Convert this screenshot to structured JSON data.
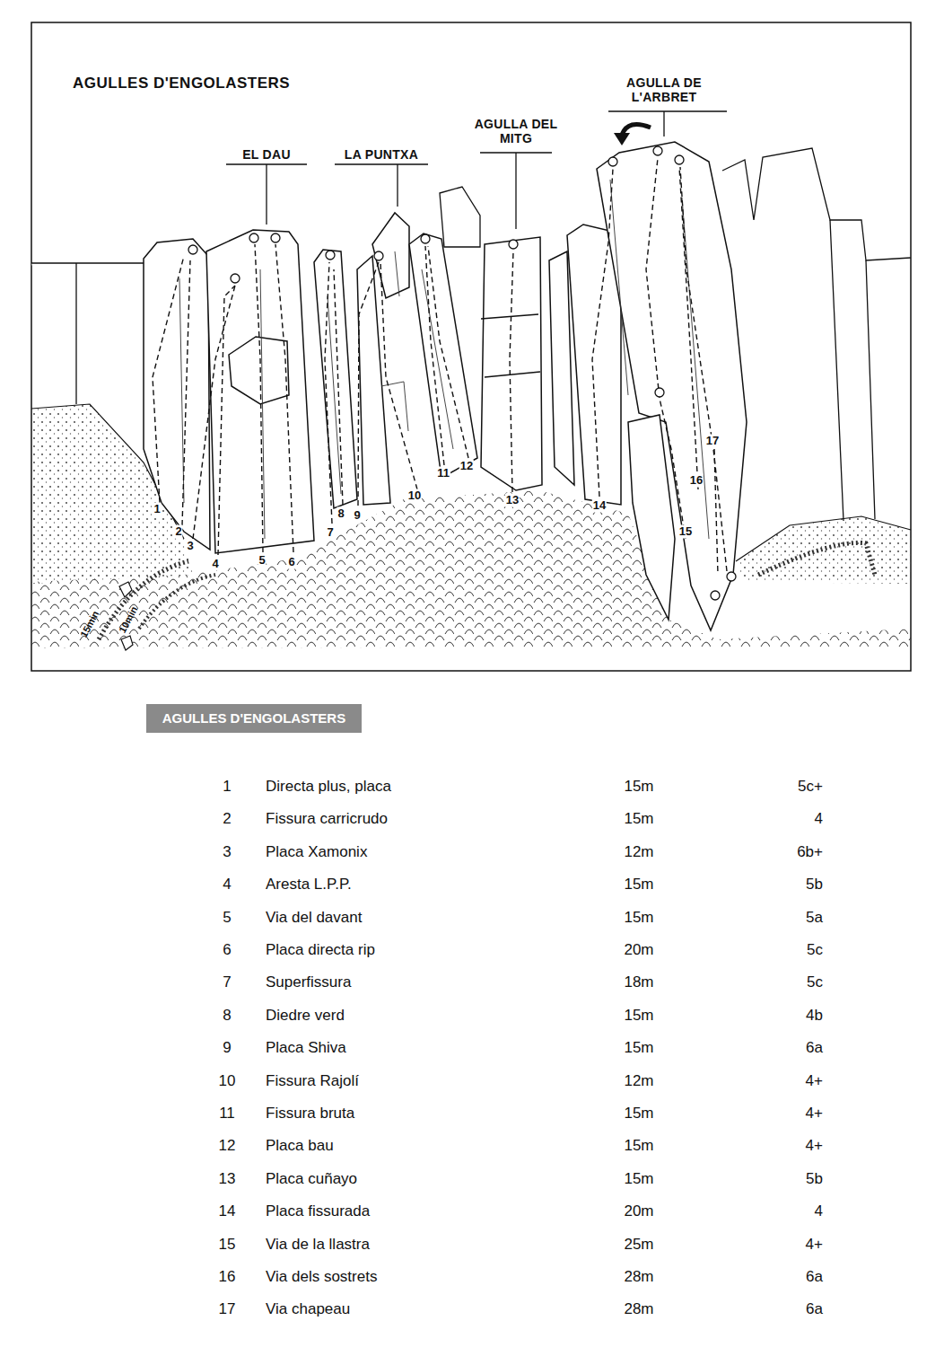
{
  "diagram": {
    "title": "AGULLES D'ENGOLASTERS",
    "nodes": [
      {
        "text": [
          "AGULLES D'ENGOLASTERS"
        ]
      }
    ],
    "labels": [
      "EL DAU",
      "LA PUNTXA",
      "AGULLA DEL MITG",
      "AGULLA DE L'ARBRET",
      "1",
      "2",
      "3",
      "4",
      "5",
      "6",
      "7",
      "8",
      "9",
      "10",
      "11",
      "12",
      "13",
      "14",
      "15",
      "16",
      "17",
      "15min",
      "10min",
      "1",
      "Directa plus, placa",
      "15m",
      "5c+",
      "2",
      "Fissura carricrudo",
      "15m",
      "4",
      "3",
      "Placa Xamonix",
      "12m",
      "6b+",
      "4",
      "Aresta L.P.P.",
      "15m",
      "5b",
      "5",
      "Via del davant",
      "15m",
      "5a",
      "6",
      "Placa directa rip",
      "20m",
      "5c",
      "7",
      "Superfissura",
      "18m",
      "5c",
      "8",
      "Diedre verd",
      "15m",
      "4b",
      "9",
      "Placa Shiva",
      "15m",
      "6a",
      "10",
      "Fissura Rajolí",
      "12m",
      "4+",
      "11",
      "Fissura bruta",
      "15m",
      "4+",
      "12",
      "Placa bau",
      "15m",
      "4+",
      "13",
      "Placa cuñayo",
      "15m",
      "5b",
      "14",
      "Placa fissurada",
      "20m",
      "4",
      "15",
      "Via de la llastra",
      "25m",
      "4+",
      "16",
      "Via dels sostrets",
      "28m",
      "6a",
      "17",
      "Via chapeau",
      "28m",
      "6a"
    ]
  }
}
